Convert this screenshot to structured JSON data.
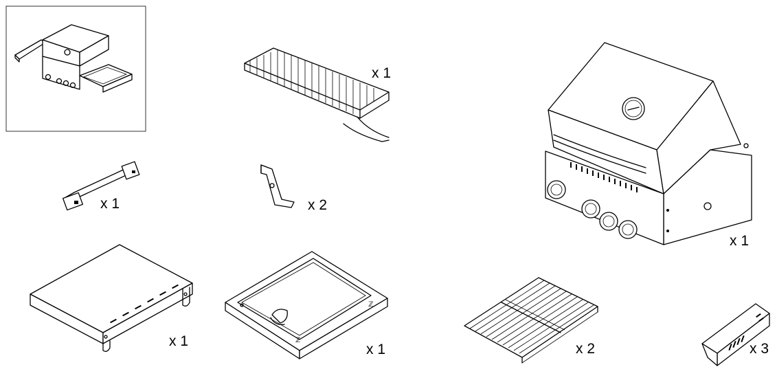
{
  "parts": [
    {
      "id": "grill-overview",
      "quantity": ""
    },
    {
      "id": "warming-rack",
      "quantity": "x 1"
    },
    {
      "id": "handle",
      "quantity": "x 1"
    },
    {
      "id": "hook-bracket",
      "quantity": "x 2"
    },
    {
      "id": "grill-head",
      "quantity": "x 1"
    },
    {
      "id": "side-shelf",
      "quantity": "x 1"
    },
    {
      "id": "side-burner-tray",
      "quantity": "x 1"
    },
    {
      "id": "cooking-grate",
      "quantity": "x 2"
    },
    {
      "id": "flame-tamer",
      "quantity": "x 3"
    }
  ],
  "colors": {
    "line": "#000000",
    "background": "#ffffff"
  }
}
